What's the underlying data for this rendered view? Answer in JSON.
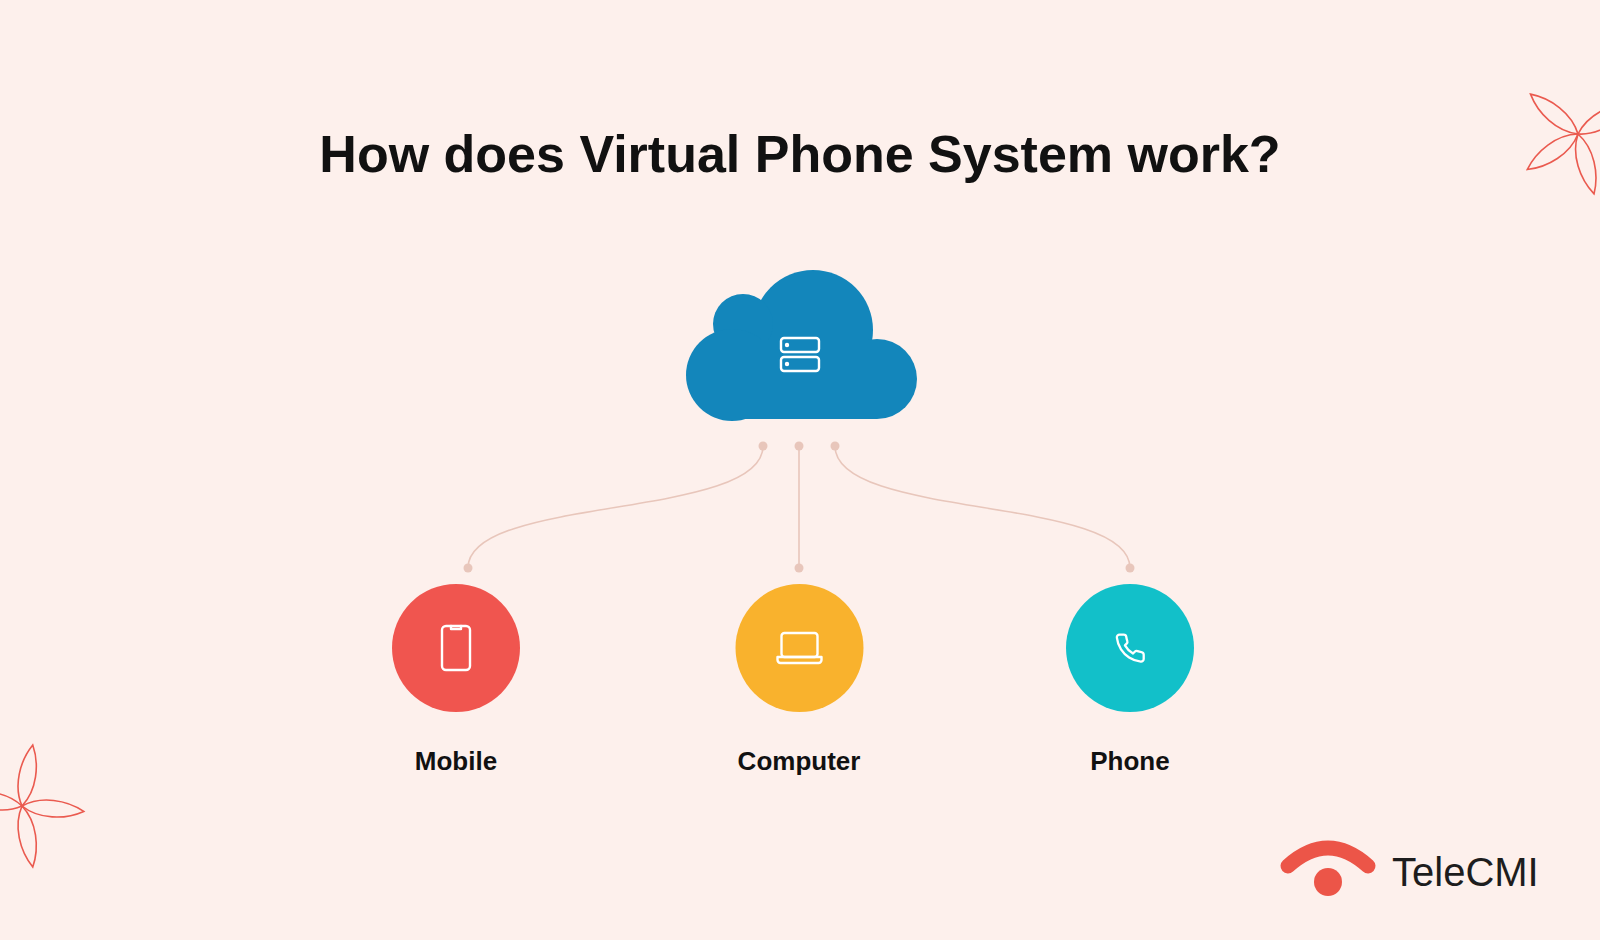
{
  "diagram": {
    "title": "How does Virtual Phone System work?",
    "nodes": [
      {
        "text": [
          "Mobile"
        ]
      },
      {
        "text": [
          "Computer"
        ]
      },
      {
        "text": [
          "Phone"
        ]
      }
    ],
    "labels": [
      "TeleCMI"
    ]
  }
}
